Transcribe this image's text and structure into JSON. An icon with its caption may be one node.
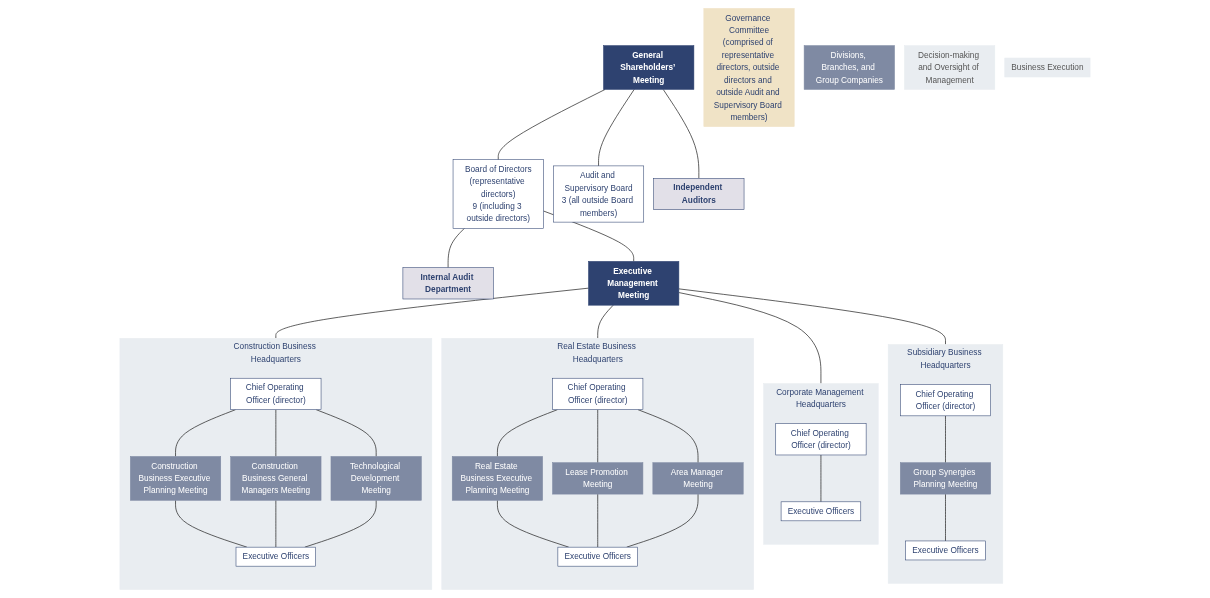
{
  "diagram": {
    "nodes": [
      {
        "text": [
          "General Shareholders’ Meeting"
        ]
      },
      {
        "text": [
          "Board of Directors",
          "(representative directors)",
          "9 (including 3 outside directors)"
        ]
      },
      {
        "text": [
          "Audit and Supervisory Board",
          "3 (all outside Board members)"
        ]
      },
      {
        "text": [
          "Independent Auditors"
        ]
      },
      {
        "text": [
          "Internal Audit Department"
        ]
      },
      {
        "text": [
          "Governance Committee",
          "(comprised of representative directors, outside directors and outside Audit and Supervisory Board members)"
        ]
      },
      {
        "text": [
          "Executive Management Meeting"
        ]
      },
      {
        "text": [
          "Construction Business Headquarters"
        ]
      },
      {
        "text": [
          "Chief Operating Officer (director)"
        ],
        "in": 7
      },
      {
        "text": [
          "Construction Business Executive Planning Meeting"
        ],
        "in": 7
      },
      {
        "text": [
          "Construction Business General Managers Meeting"
        ],
        "in": 7
      },
      {
        "text": [
          "Technological Development Meeting"
        ],
        "in": 7
      },
      {
        "text": [
          "Executive Officers"
        ],
        "in": 7
      },
      {
        "text": [
          "Real Estate Business Headquarters"
        ]
      },
      {
        "text": [
          "Chief Operating Officer (director)"
        ],
        "in": 13
      },
      {
        "text": [
          "Real Estate Business Executive Planning Meeting"
        ],
        "in": 13
      },
      {
        "text": [
          "Lease Promotion Meeting"
        ],
        "in": 13
      },
      {
        "text": [
          "Area Manager Meeting"
        ],
        "in": 13
      },
      {
        "text": [
          "Executive Officers"
        ],
        "in": 13
      },
      {
        "text": [
          "Corporate Management Headquarters"
        ]
      },
      {
        "text": [
          "Chief Operating Officer (director)"
        ],
        "in": 19
      },
      {
        "text": [
          "Executive Officers"
        ],
        "in": 19
      },
      {
        "text": [
          "Subsidiary Business Headquarters"
        ]
      },
      {
        "text": [
          "Chief Operating Officer (director)"
        ],
        "in": 22
      },
      {
        "text": [
          "Group Synergies Planning Meeting"
        ],
        "in": 22
      },
      {
        "text": [
          "Executive Officers"
        ],
        "in": 22
      },
      {
        "text": [
          "Divisions, Branches, and Group Companies"
        ]
      },
      {
        "text": [
          "Decision-making and Oversight of Management"
        ]
      },
      {
        "text": [
          "Business Execution"
        ]
      }
    ],
    "edges": [
      {
        "from": 0,
        "to": 1,
        "arrow": "none"
      },
      {
        "from": 0,
        "to": 2,
        "arrow": "none"
      },
      {
        "from": 0,
        "to": 3,
        "arrow": "none"
      },
      {
        "from": 1,
        "to": 4,
        "arrow": "none"
      },
      {
        "from": 1,
        "to": 6,
        "arrow": "none"
      },
      {
        "from": 6,
        "to": 7,
        "arrow": "none"
      },
      {
        "from": 6,
        "to": 13,
        "arrow": "none"
      },
      {
        "from": 6,
        "to": 19,
        "arrow": "none"
      },
      {
        "from": 6,
        "to": 22,
        "arrow": "none"
      },
      {
        "from": 8,
        "to": 9,
        "arrow": "none"
      },
      {
        "from": 8,
        "to": 10,
        "arrow": "none"
      },
      {
        "from": 8,
        "to": 11,
        "arrow": "none"
      },
      {
        "from": 9,
        "to": 12,
        "arrow": "none"
      },
      {
        "from": 10,
        "to": 12,
        "arrow": "none"
      },
      {
        "from": 11,
        "to": 12,
        "arrow": "none"
      },
      {
        "from": 14,
        "to": 15,
        "arrow": "none"
      },
      {
        "from": 14,
        "to": 16,
        "arrow": "none"
      },
      {
        "from": 14,
        "to": 17,
        "arrow": "none"
      },
      {
        "from": 15,
        "to": 18,
        "arrow": "none"
      },
      {
        "from": 16,
        "to": 18,
        "arrow": "none"
      },
      {
        "from": 17,
        "to": 18,
        "arrow": "none"
      },
      {
        "from": 20,
        "to": 21,
        "arrow": "none"
      },
      {
        "from": 23,
        "to": 24,
        "arrow": "none"
      },
      {
        "from": 24,
        "to": 25,
        "arrow": "none"
      }
    ]
  }
}
